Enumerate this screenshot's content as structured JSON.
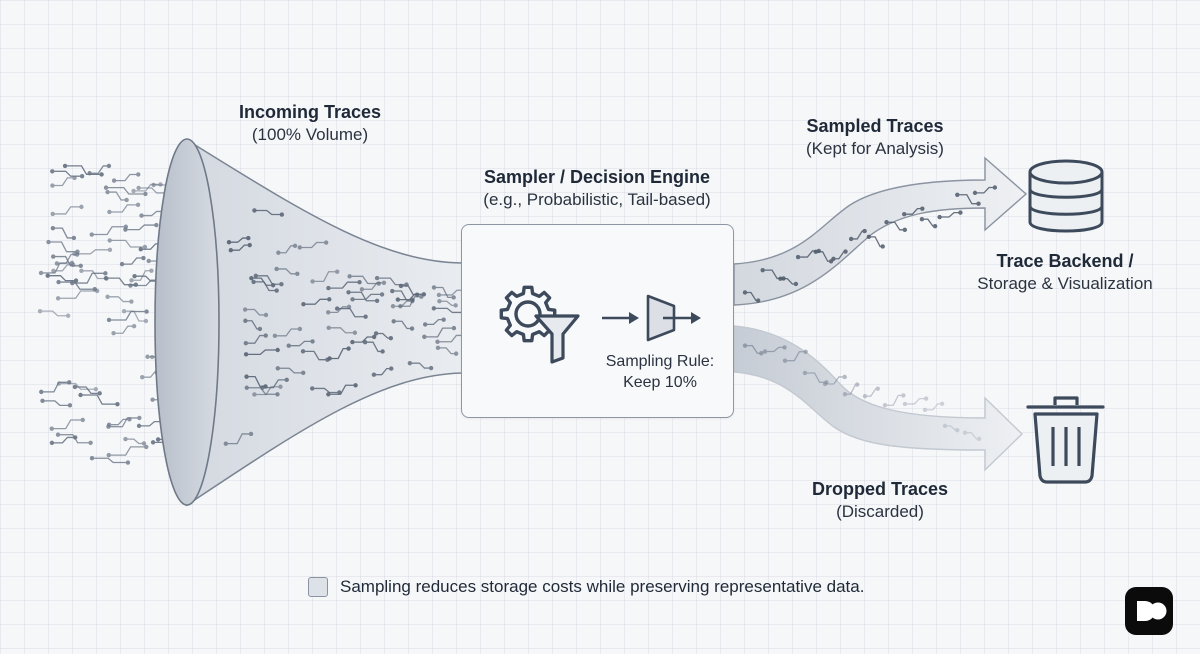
{
  "incoming": {
    "title": "Incoming Traces",
    "subtitle": "(100% Volume)"
  },
  "sampler": {
    "title": "Sampler / Decision Engine",
    "subtitle": "(e.g., Probabilistic, Tail-based)",
    "rule_line1": "Sampling Rule:",
    "rule_line2": "Keep 10%"
  },
  "sampled": {
    "title": "Sampled Traces",
    "subtitle": "(Kept for Analysis)"
  },
  "backend": {
    "title": "Trace Backend /",
    "subtitle": "Storage & Visualization"
  },
  "dropped": {
    "title": "Dropped Traces",
    "subtitle": "(Discarded)"
  },
  "legend": {
    "text": "Sampling reduces storage costs while preserving representative data."
  },
  "icons": {
    "sampler": [
      "gear-icon",
      "filter-funnel-icon",
      "arrow-right-icon",
      "gate-icon"
    ],
    "backend": "database-icon",
    "dropped": "trash-icon",
    "brand": "brand-logo-icon"
  },
  "colors": {
    "stroke": "#5d6878",
    "fill": "#dde2e8",
    "accent": "#3d4a5c"
  }
}
